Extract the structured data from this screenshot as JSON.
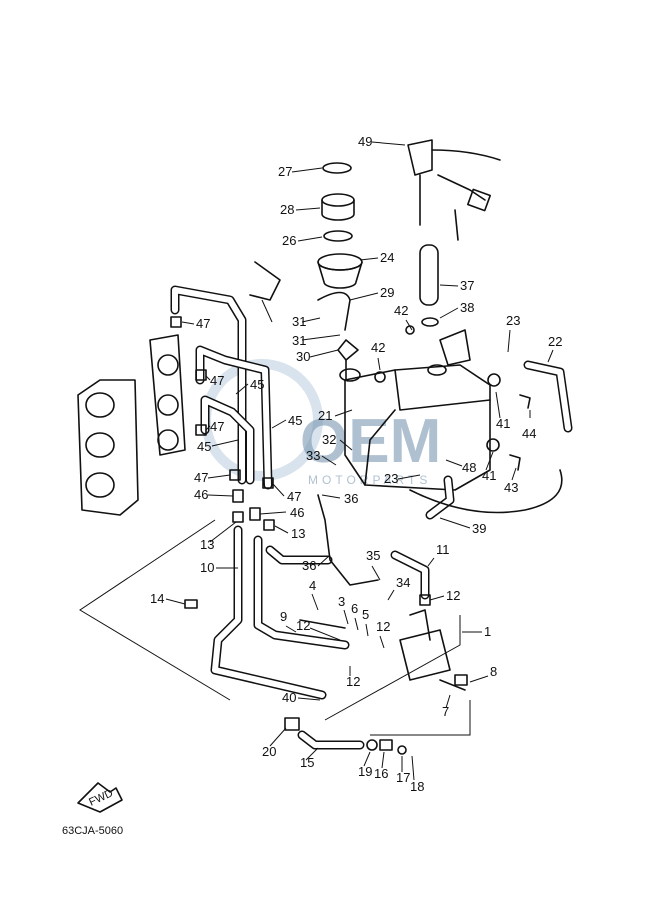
{
  "diagram_code": "63CJA-5060",
  "direction_label": "FWD",
  "watermark": {
    "text": "OEM",
    "subtext": "MOTORPARTS",
    "color": "#6f90ad"
  },
  "callouts": [
    "1",
    "3",
    "4",
    "5",
    "6",
    "7",
    "8",
    "9",
    "10",
    "11",
    "12",
    "13",
    "14",
    "15",
    "16",
    "17",
    "18",
    "19",
    "20",
    "21",
    "22",
    "23",
    "24",
    "26",
    "27",
    "28",
    "29",
    "30",
    "31",
    "32",
    "33",
    "34",
    "35",
    "36",
    "37",
    "38",
    "39",
    "40",
    "41",
    "42",
    "43",
    "44",
    "45",
    "46",
    "47",
    "48",
    "49"
  ]
}
